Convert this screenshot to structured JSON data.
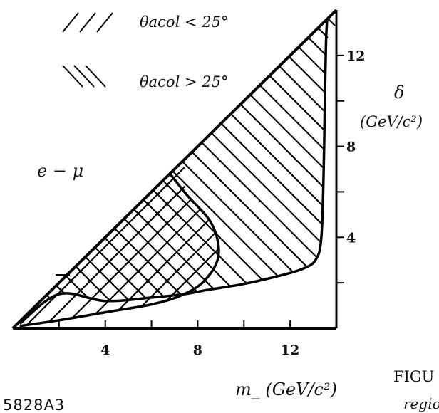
{
  "chart_data": {
    "type": "area",
    "x_axis": {
      "label": "m_ (GeV/c²)",
      "ticks": [
        4,
        8,
        12
      ],
      "minor_ticks": [
        2,
        4,
        6,
        8,
        10,
        12,
        14
      ],
      "range": [
        0,
        14
      ]
    },
    "y_axis": {
      "label_symbol": "δ",
      "label_unit": "(GeV/c²)",
      "ticks": [
        4,
        8,
        12
      ],
      "minor_ticks": [
        2,
        4,
        6,
        8,
        10,
        12,
        14
      ],
      "range": [
        0,
        14
      ],
      "position": "right"
    },
    "legend": {
      "placement": "top-left",
      "entries": [
        {
          "label": "θacol < 25°",
          "hatch": "forward-diagonal"
        },
        {
          "label": "θacol > 25°",
          "hatch": "backward-diagonal"
        }
      ]
    },
    "annotation": "e − μ",
    "regions": [
      {
        "hatch": "backward-diagonal",
        "boundary": [
          [
            0.3,
            0.2
          ],
          [
            2,
            1.5
          ],
          [
            4,
            1.2
          ],
          [
            6,
            1.35
          ],
          [
            7.4,
            1.5
          ],
          [
            8.5,
            1.7
          ],
          [
            10,
            1.95
          ],
          [
            11.5,
            2.3
          ],
          [
            12.5,
            2.6
          ],
          [
            13.1,
            3.0
          ],
          [
            13.35,
            4
          ],
          [
            13.45,
            7
          ],
          [
            13.5,
            10
          ],
          [
            13.55,
            12.5
          ],
          [
            13.6,
            13.6
          ],
          [
            0.3,
            0.3
          ]
        ]
      },
      {
        "hatch": "forward-diagonal",
        "boundary": [
          [
            0.3,
            0.1
          ],
          [
            2,
            0.35
          ],
          [
            4,
            0.7
          ],
          [
            6,
            1.05
          ],
          [
            7.3,
            1.45
          ],
          [
            8.3,
            2.1
          ],
          [
            8.9,
            3.2
          ],
          [
            8.6,
            4.6
          ],
          [
            7.5,
            5.9
          ],
          [
            6.8,
            6.8
          ],
          [
            0.3,
            0.3
          ]
        ]
      }
    ],
    "figure_number": "5828A3",
    "caption_fragment": [
      "FIGU",
      "regio"
    ]
  }
}
